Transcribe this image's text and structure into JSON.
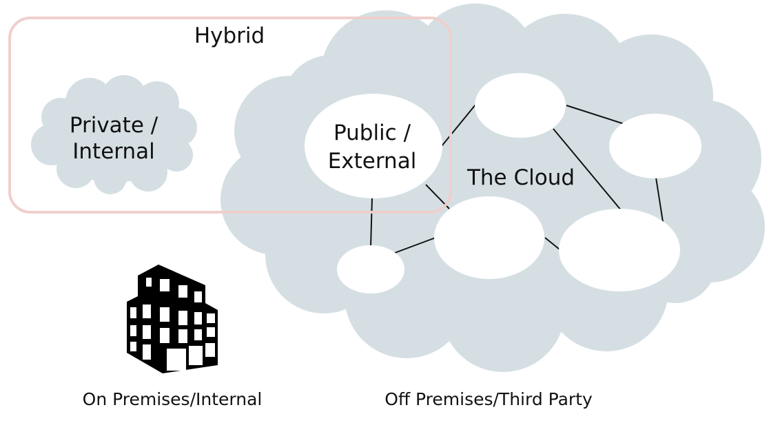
{
  "labels": {
    "hybrid": "Hybrid",
    "private_line1": "Private /",
    "private_line2": "Internal",
    "public_line1": "Public /",
    "public_line2": "External",
    "the_cloud": "The Cloud",
    "on_premises": "On Premises/Internal",
    "off_premises": "Off Premises/Third Party"
  },
  "colors": {
    "cloud_fill": "#d5dfe3",
    "hybrid_border": "#efcfcc",
    "node_fill": "#ffffff",
    "line": "#111111"
  },
  "icons": {
    "building": "office-building-icon"
  }
}
